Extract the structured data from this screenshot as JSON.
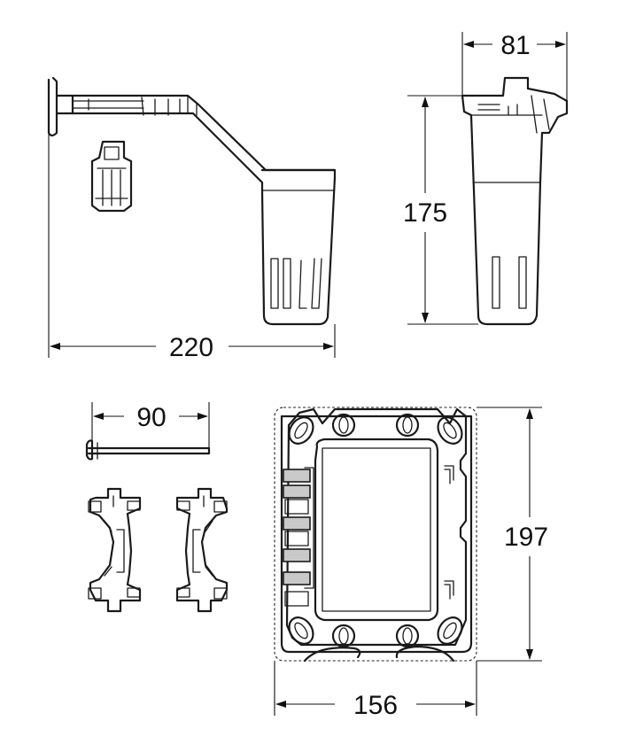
{
  "dimensions": {
    "top_bracket_width": "220",
    "side_view_width": "81",
    "side_view_height": "175",
    "rod_length": "90",
    "frame_width": "156",
    "frame_height": "197"
  }
}
